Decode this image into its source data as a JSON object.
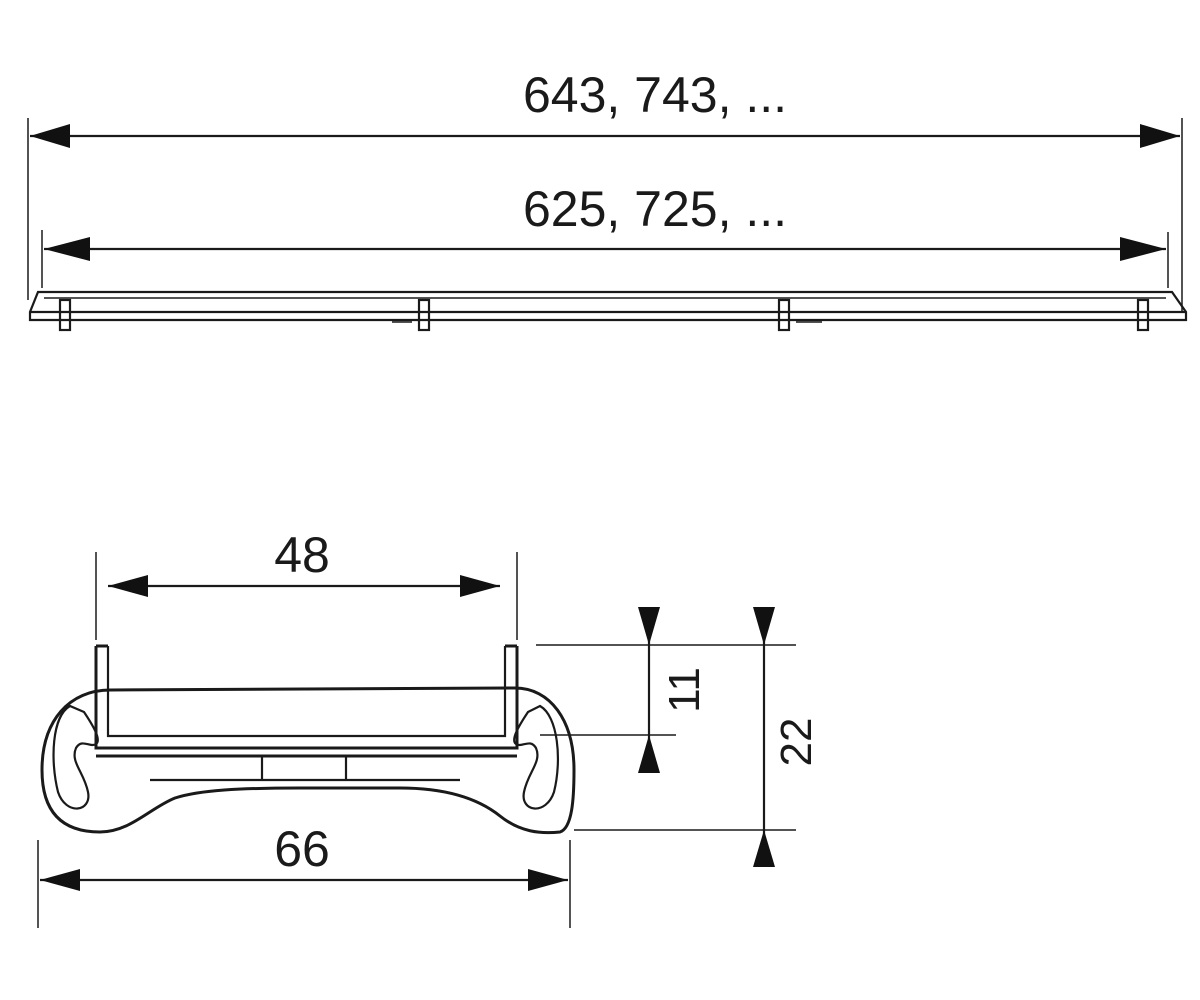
{
  "top_view": {
    "overall_length_label": "643, 743, ...",
    "inner_length_label": "625, 725, ..."
  },
  "section_view": {
    "inner_width_label": "48",
    "outer_width_label": "66",
    "upper_height_label": "11",
    "total_height_label": "22"
  },
  "colors": {
    "line": "#1a1a1a",
    "background": "#ffffff"
  }
}
